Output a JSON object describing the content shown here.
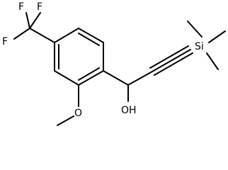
{
  "molecule": {
    "atom_labels": {
      "f_top_left": "F",
      "f_top_right": "F",
      "f_left": "F",
      "oxygen_methoxy": "O",
      "hydroxyl": "OH",
      "silicon": "Si"
    }
  }
}
